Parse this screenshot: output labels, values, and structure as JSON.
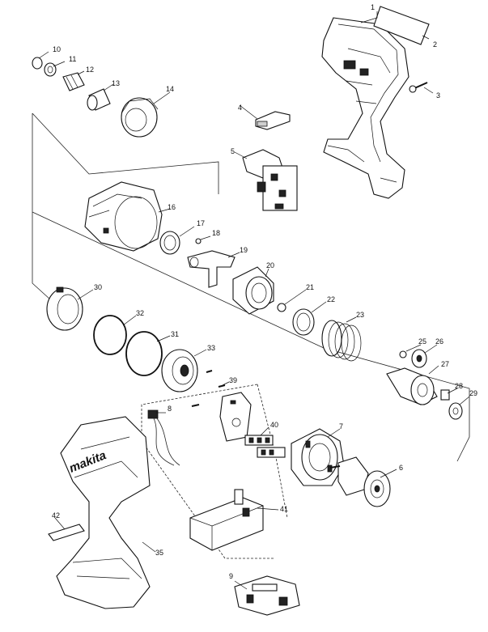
{
  "diagram": {
    "type": "exploded-parts-diagram",
    "brand_text": "makita",
    "part_numbers": [
      {
        "id": "1",
        "label": "1"
      },
      {
        "id": "2",
        "label": "2"
      },
      {
        "id": "3",
        "label": "3"
      },
      {
        "id": "4",
        "label": "4"
      },
      {
        "id": "5",
        "label": "5"
      },
      {
        "id": "6",
        "label": "6"
      },
      {
        "id": "7",
        "label": "7"
      },
      {
        "id": "8",
        "label": "8"
      },
      {
        "id": "9",
        "label": "9"
      },
      {
        "id": "10",
        "label": "10"
      },
      {
        "id": "11",
        "label": "11"
      },
      {
        "id": "12",
        "label": "12"
      },
      {
        "id": "13",
        "label": "13"
      },
      {
        "id": "14",
        "label": "14"
      },
      {
        "id": "16",
        "label": "16"
      },
      {
        "id": "17",
        "label": "17"
      },
      {
        "id": "18",
        "label": "18"
      },
      {
        "id": "19",
        "label": "19"
      },
      {
        "id": "20",
        "label": "20"
      },
      {
        "id": "21",
        "label": "21"
      },
      {
        "id": "22",
        "label": "22"
      },
      {
        "id": "23",
        "label": "23"
      },
      {
        "id": "25",
        "label": "25"
      },
      {
        "id": "26",
        "label": "26"
      },
      {
        "id": "27",
        "label": "27"
      },
      {
        "id": "28",
        "label": "28"
      },
      {
        "id": "29",
        "label": "29"
      },
      {
        "id": "30",
        "label": "30"
      },
      {
        "id": "31",
        "label": "31"
      },
      {
        "id": "32",
        "label": "32"
      },
      {
        "id": "33",
        "label": "33"
      },
      {
        "id": "35",
        "label": "35"
      },
      {
        "id": "39",
        "label": "39"
      },
      {
        "id": "40",
        "label": "40"
      },
      {
        "id": "41",
        "label": "41"
      },
      {
        "id": "42",
        "label": "42"
      }
    ]
  }
}
